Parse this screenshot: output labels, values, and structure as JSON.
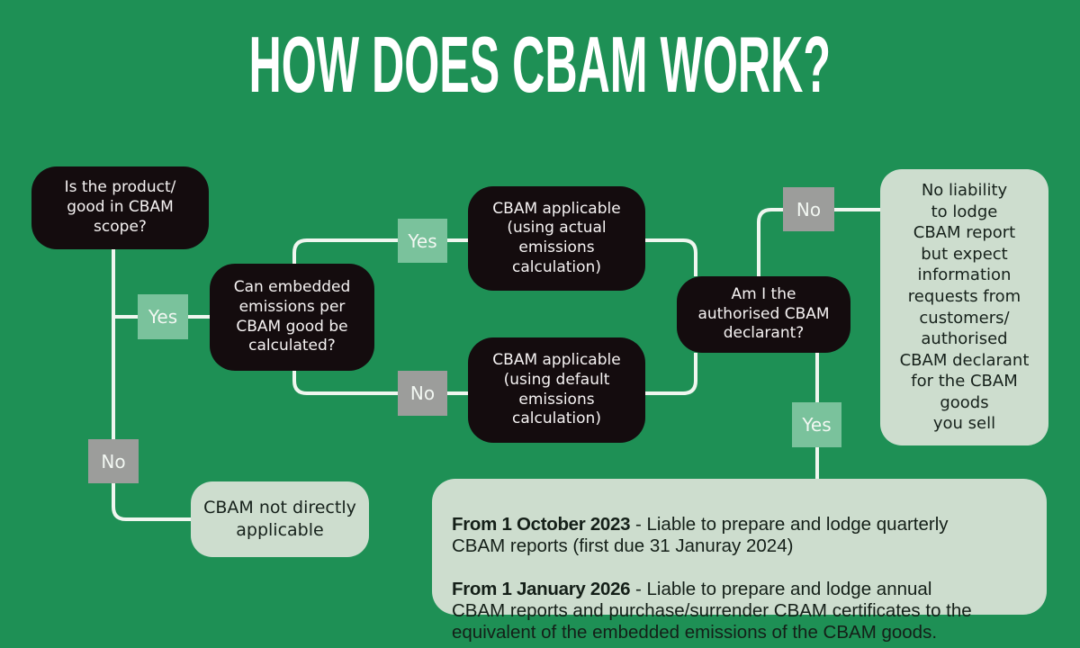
{
  "title": "HOW DOES CBAM WORK?",
  "colors": {
    "background": "#1e9055",
    "node_black": "#140c0e",
    "node_mint": "#cdddce",
    "yes_green": "#7ac29c",
    "no_gray": "#9c9d9b",
    "connector": "#eff6ef",
    "title_text": "#ffffff",
    "light_text": "#f6f3f3",
    "dark_text": "#16211b"
  },
  "nodes": {
    "q_scope": "Is the product/\ngood in CBAM\nscope?",
    "q_embedded": "Can embedded\nemissions per\nCBAM good be\ncalculated?",
    "outcome_actual": "CBAM applicable\n(using actual\nemissions\ncalculation)",
    "outcome_default": "CBAM applicable\n(using default\nemissions\ncalculation)",
    "q_declarant": "Am I the\nauthorised CBAM\ndeclarant?",
    "outcome_not_applicable": "CBAM not directly\napplicable",
    "outcome_no_liability": "No liability\nto lodge\nCBAM report\nbut expect\ninformation\nrequests from\ncustomers/\nauthorised\nCBAM declarant\nfor the CBAM\ngoods\nyou sell"
  },
  "labels": {
    "yes": "Yes",
    "no": "No"
  },
  "timeline": {
    "entries": [
      {
        "label": "From 1 October 2023",
        "text": " - Liable to prepare and lodge quarterly\nCBAM reports (first due 31 Januray 2024)"
      },
      {
        "label": "From 1 January 2026",
        "text": " - Liable to prepare and lodge annual\nCBAM reports and purchase/surrender CBAM certificates to the\nequivalent of the embedded emissions of the CBAM goods."
      }
    ]
  }
}
